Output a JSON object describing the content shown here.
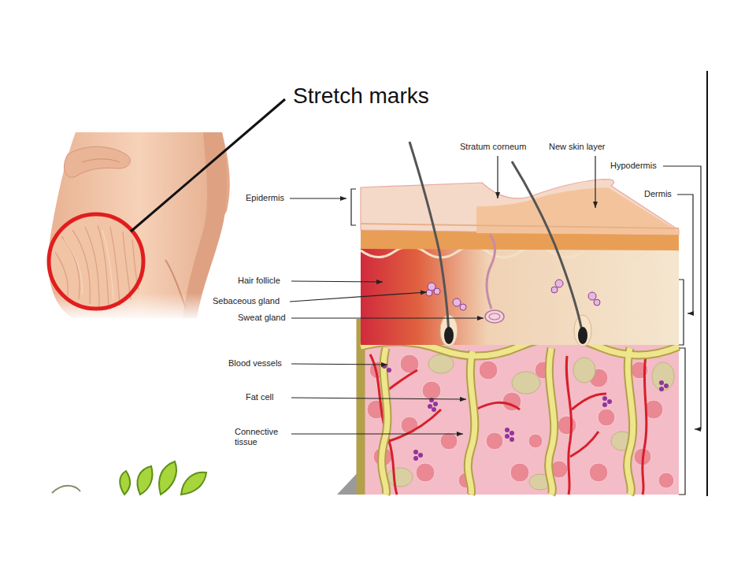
{
  "diagram": {
    "labels": [
      "Stretch marks",
      "Stratum corneum",
      "New skin layer",
      "Hypodermis",
      "Dermis",
      "Epidermis",
      "Hair follicle",
      "Sebaceous gland",
      "Sweat gland",
      "Blood vessels",
      "Fat cell",
      "Connective tissue"
    ]
  }
}
